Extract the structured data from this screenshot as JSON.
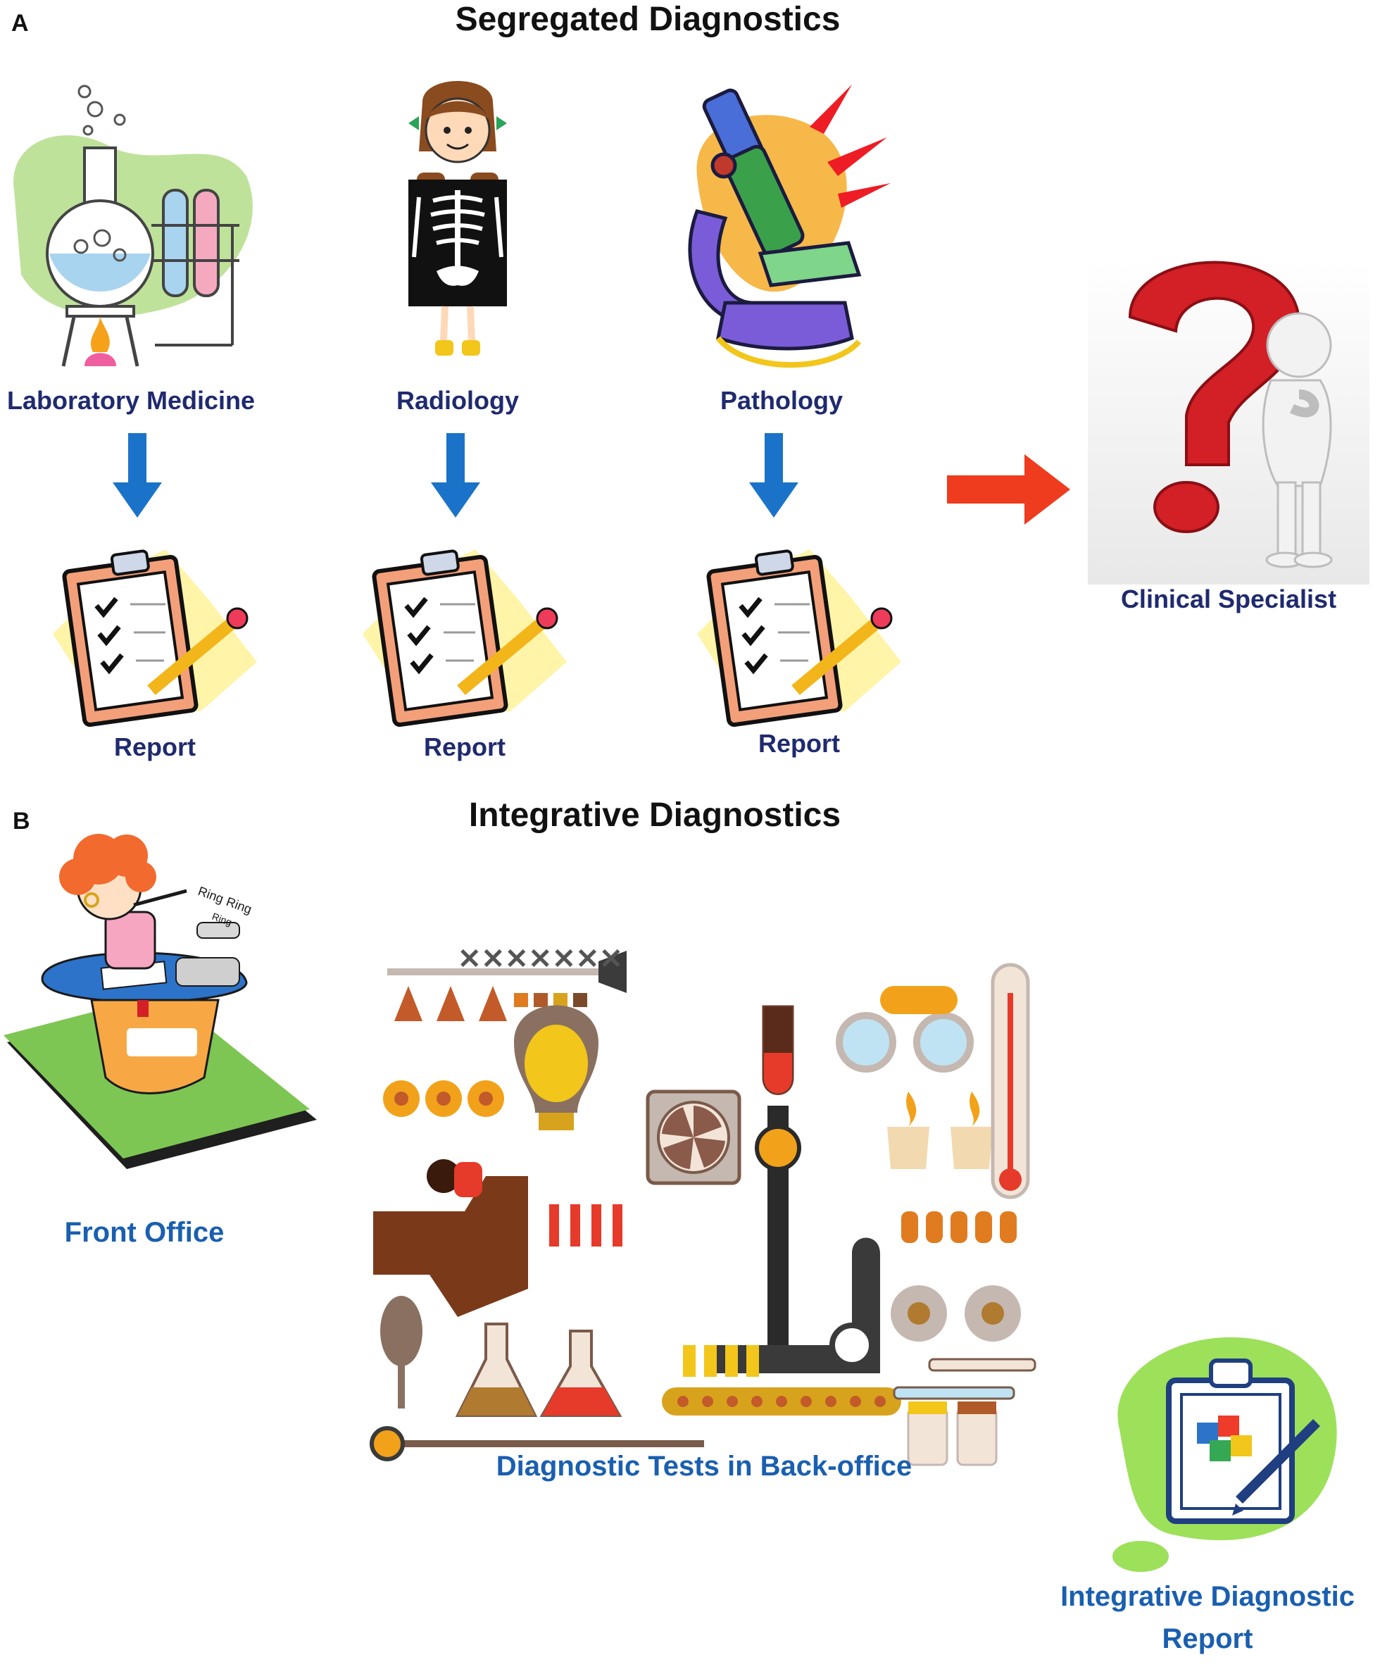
{
  "panel_a": {
    "letter": "A",
    "title": "Segregated Diagnostics",
    "departments": [
      {
        "label": "Laboratory Medicine",
        "icon": "lab-flask-icon"
      },
      {
        "label": "Radiology",
        "icon": "xray-girl-icon"
      },
      {
        "label": "Pathology",
        "icon": "microscope-icon"
      }
    ],
    "report_label": "Report",
    "specialist": {
      "label": "Clinical  Specialist",
      "icon": "question-mark-person-icon"
    },
    "colors": {
      "down_arrow": "#1a73c8",
      "right_arrow": "#ef3b1e",
      "label": "#1f2a6e"
    }
  },
  "panel_b": {
    "letter": "B",
    "title": "Integrative Diagnostics",
    "front_office": {
      "label": "Front Office",
      "icon": "receptionist-icon",
      "phone_text": [
        "Ring",
        "Ring",
        "Ring"
      ]
    },
    "back_office": {
      "label": "Diagnostic Tests in Back-office",
      "icon": "lab-machinery-icon"
    },
    "report": {
      "label_line1": "Integrative Diagnostic",
      "label_line2": "Report",
      "icon": "clipboard-puzzle-icon"
    },
    "colors": {
      "label": "#1a5fb0"
    }
  }
}
